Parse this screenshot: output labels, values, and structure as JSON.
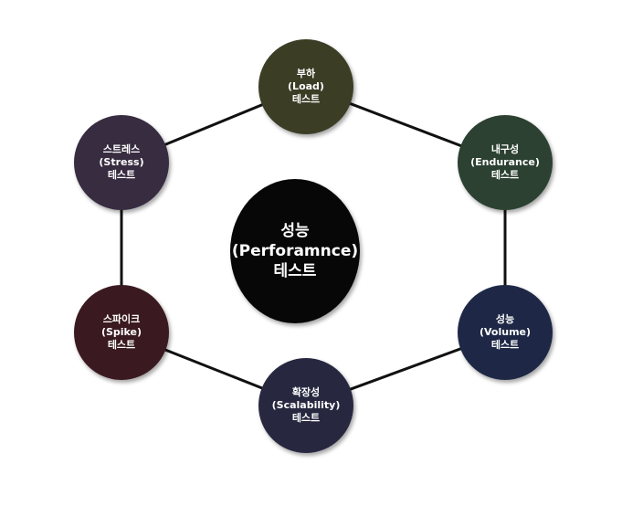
{
  "center": {
    "line1": "성능",
    "line2": "(Perforamnce)",
    "line3": "테스트",
    "color": "#070707"
  },
  "nodes": {
    "load": {
      "line1": "부하",
      "line2": "(Load)",
      "line3": "테스트",
      "color": "#3b3e25"
    },
    "endurance": {
      "line1": "내구성",
      "line2": "(Endurance)",
      "line3": "테스트",
      "color": "#2c4131"
    },
    "volume": {
      "line1": "성능",
      "line2": "(Volume)",
      "line3": "테스트",
      "color": "#1e2846"
    },
    "scalability": {
      "line1": "확장성",
      "line2": "(Scalability)",
      "line3": "테스트",
      "color": "#272840"
    },
    "spike": {
      "line1": "스파이크",
      "line2": "(Spike)",
      "line3": "테스트",
      "color": "#3a1a20"
    },
    "stress": {
      "line1": "스트레스",
      "line2": "(Stress)",
      "line3": "테스트",
      "color": "#372c40"
    }
  },
  "edge_color": "#111111"
}
